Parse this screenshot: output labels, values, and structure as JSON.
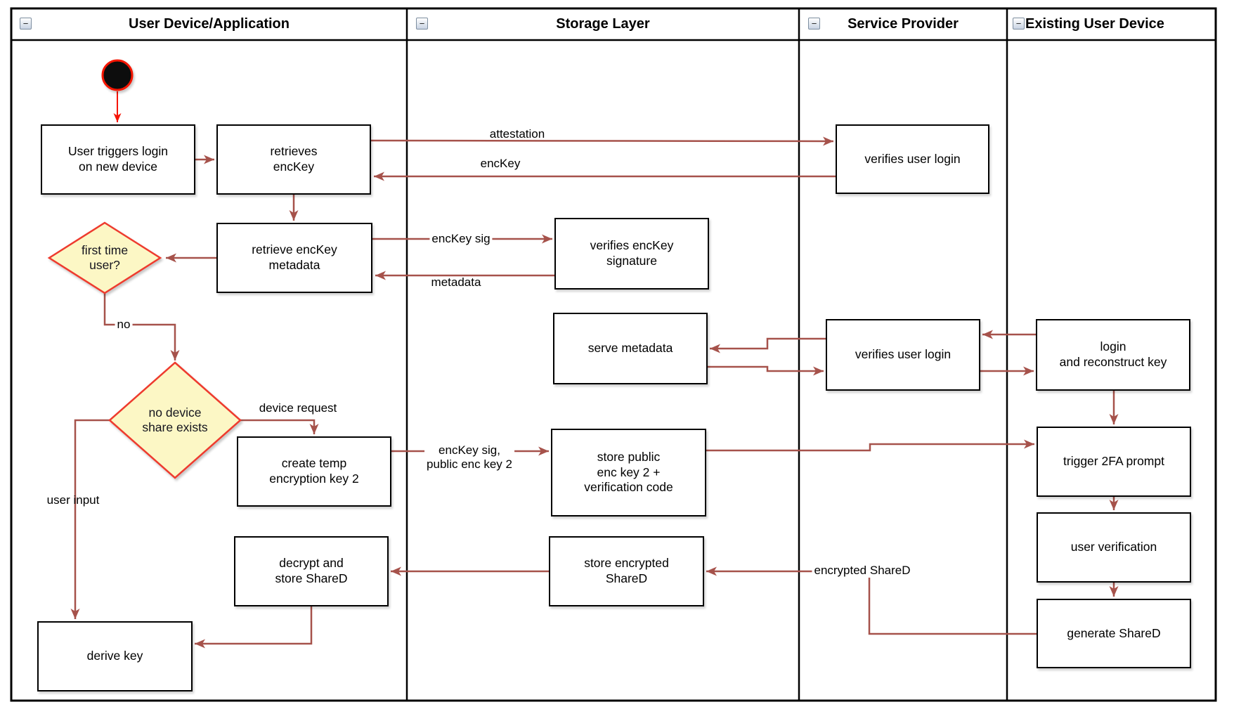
{
  "lanes": [
    {
      "label": "User Device/Application"
    },
    {
      "label": "Storage Layer"
    },
    {
      "label": "Service Provider"
    },
    {
      "label": "Existing User Device"
    }
  ],
  "icons": {
    "collapse": "−"
  },
  "nodes": {
    "user_triggers": {
      "label": "User triggers login\non new device"
    },
    "retrieves_enckey": {
      "label": "retrieves\nencKey"
    },
    "verifies_login_1": {
      "label": "verifies user login"
    },
    "retrieve_metadata": {
      "label": "retrieve encKey\nmetadata"
    },
    "first_time_user": {
      "label": "first time\nuser?"
    },
    "verifies_signature": {
      "label": "verifies encKey\nsignature"
    },
    "serve_metadata": {
      "label": "serve metadata"
    },
    "no_device_share": {
      "label": "no device\nshare exists"
    },
    "create_temp_key": {
      "label": "create temp\nencryption key 2"
    },
    "store_public_key": {
      "label": "store public\nenc key 2 +\nverification code"
    },
    "verifies_login_2": {
      "label": "verifies user login"
    },
    "login_reconstruct": {
      "label": "login\nand reconstruct key"
    },
    "trigger_2fa": {
      "label": "trigger 2FA prompt"
    },
    "user_verification": {
      "label": "user verification"
    },
    "generate_shared": {
      "label": "generate ShareD"
    },
    "store_encrypted_shared": {
      "label": "store encrypted\nShareD"
    },
    "decrypt_store_shared": {
      "label": "decrypt and\nstore ShareD"
    },
    "derive_key": {
      "label": "derive key"
    }
  },
  "edge_labels": {
    "attestation": "attestation",
    "enckey": "encKey",
    "enckey_sig": "encKey sig",
    "metadata": "metadata",
    "no": "no",
    "device_request": "device request",
    "user_input": "user input",
    "enckey_sig_public": "encKey sig,\npublic enc key 2",
    "encrypted_shared": "encrypted ShareD"
  },
  "colors": {
    "edge": "#a6524b",
    "start": "#f51405",
    "diamond_fill": "#fcf7c5",
    "diamond_stroke": "#ee3a2e",
    "border": "#000000"
  }
}
